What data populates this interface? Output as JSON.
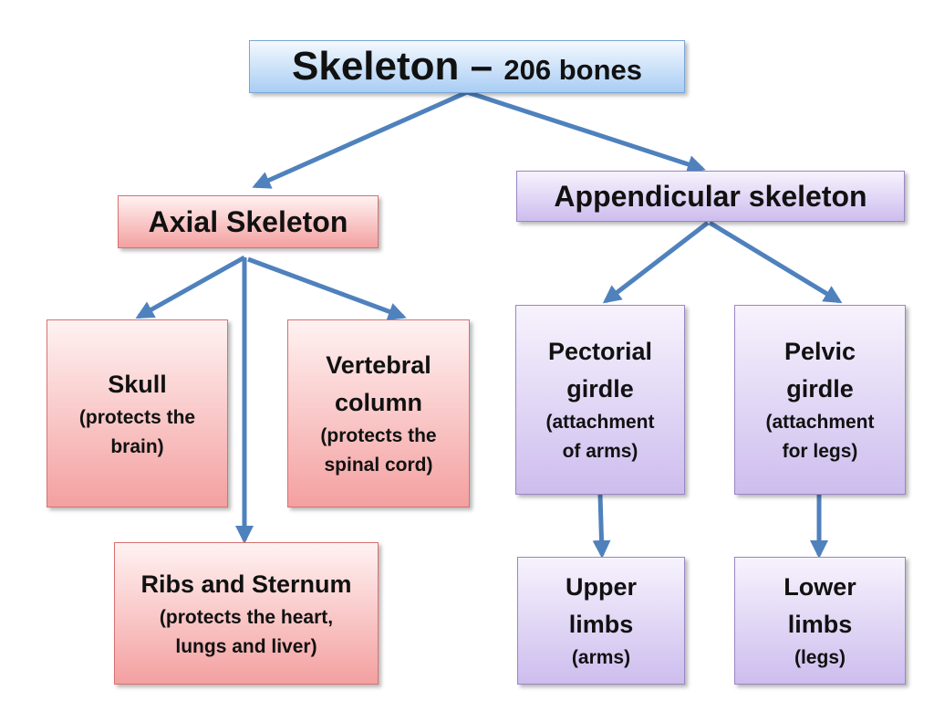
{
  "root": {
    "title": "Skeleton",
    "dash": "–",
    "count": "206 bones"
  },
  "axial": {
    "label": "Axial Skeleton",
    "skull": {
      "title": "Skull",
      "desc_line1": "(protects the",
      "desc_line2": "brain)"
    },
    "vertebral": {
      "title_line1": "Vertebral",
      "title_line2": "column",
      "desc_line1": "(protects the",
      "desc_line2": "spinal cord)"
    },
    "ribs": {
      "title": "Ribs and Sternum",
      "desc_line1": "(protects the heart,",
      "desc_line2": "lungs and liver)"
    }
  },
  "appendicular": {
    "label": "Appendicular skeleton",
    "pectoral": {
      "title_line1": "Pectorial",
      "title_line2": "girdle",
      "desc_line1": "(attachment",
      "desc_line2": "of arms)"
    },
    "pelvic": {
      "title_line1": "Pelvic",
      "title_line2": "girdle",
      "desc_line1": "(attachment",
      "desc_line2": "for legs)"
    },
    "upper": {
      "title_line1": "Upper",
      "title_line2": "limbs",
      "desc": "(arms)"
    },
    "lower": {
      "title_line1": "Lower",
      "title_line2": "limbs",
      "desc": "(legs)"
    }
  },
  "colors": {
    "arrow": "#4f81bd",
    "root_fill": "#a9cdf4",
    "axial_fill": "#f4a0a0",
    "appendicular_fill": "#cdbdee"
  }
}
